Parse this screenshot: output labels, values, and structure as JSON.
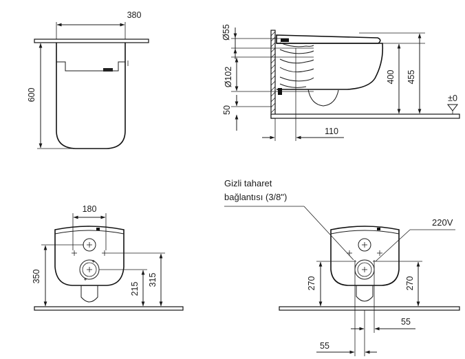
{
  "front_view": {
    "width_dim": "380",
    "height_dim": "600"
  },
  "side_view": {
    "diameter_top": "Ø55",
    "diameter_mid": "Ø102",
    "dim_50": "50",
    "dim_110": "110",
    "dim_400": "400",
    "dim_455": "455",
    "floor_level": "±0"
  },
  "rear_view_left": {
    "dim_180": "180",
    "dim_350": "350",
    "dim_315": "315",
    "dim_215": "215"
  },
  "rear_view_right": {
    "note_line1": "Gizli taharet",
    "note_line2": "bağlantısı (3/8\")",
    "power_label": "220V",
    "dim_270_left": "270",
    "dim_270_right": "270",
    "dim_55_lower_right": "55",
    "dim_55_bottom": "55"
  }
}
